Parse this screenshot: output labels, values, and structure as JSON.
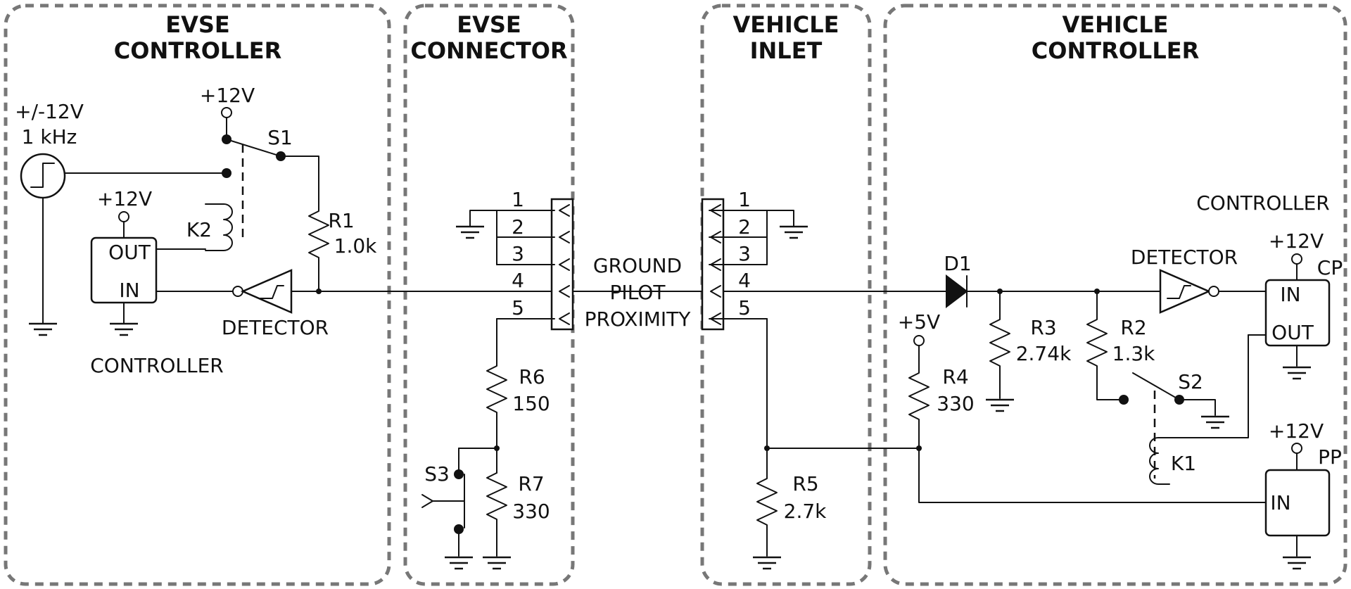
{
  "sections": {
    "evse_controller": [
      "EVSE",
      "CONTROLLER"
    ],
    "evse_connector": [
      "EVSE",
      "CONNECTOR"
    ],
    "vehicle_inlet": [
      "VEHICLE",
      "INLET"
    ],
    "vehicle_controller": [
      "VEHICLE",
      "CONTROLLER"
    ]
  },
  "signals": [
    "GROUND",
    "PILOT",
    "PROXIMITY"
  ],
  "pins": [
    "1",
    "2",
    "3",
    "4",
    "5"
  ],
  "evse": {
    "source_voltage": "+/-12V",
    "source_freq": "1 kHz",
    "supply_s1": "+12V",
    "supply_ctrl": "+12V",
    "s1": "S1",
    "k2": "K2",
    "r1_name": "R1",
    "r1_value": "1.0k",
    "out": "OUT",
    "in": "IN",
    "detector": "DETECTOR",
    "controller": "CONTROLLER"
  },
  "connector": {
    "r6_name": "R6",
    "r6_value": "150",
    "r7_name": "R7",
    "r7_value": "330",
    "s3": "S3"
  },
  "inlet": {
    "r5_name": "R5",
    "r5_value": "2.7k"
  },
  "vehicle": {
    "d1": "D1",
    "r3_name": "R3",
    "r3_value": "2.74k",
    "r2_name": "R2",
    "r2_value": "1.3k",
    "r4_name": "R4",
    "r4_value": "330",
    "supply_5v": "+5V",
    "supply_cp": "+12V",
    "supply_pp": "+12V",
    "detector": "DETECTOR",
    "controller": "CONTROLLER",
    "cp": "CP",
    "pp": "PP",
    "in_cp": "IN",
    "out_cp": "OUT",
    "in_pp": "IN",
    "s2": "S2",
    "k1": "K1"
  }
}
